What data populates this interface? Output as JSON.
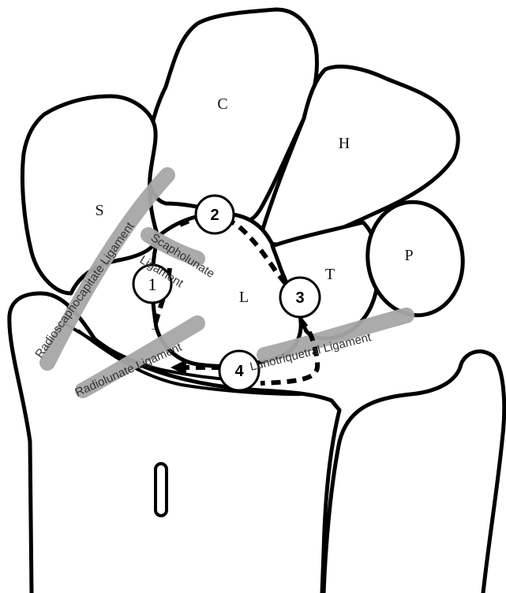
{
  "bones": {
    "capitate": "C",
    "hamate": "H",
    "scaphoid": "S",
    "lunate": "L",
    "triquetrum": "T",
    "pisiform": "P"
  },
  "markers": [
    "1",
    "2",
    "3",
    "4"
  ],
  "ligaments": {
    "radioscaphocapitate": "Radioscaphocapitate Ligament",
    "scapholunate_line1": "Scapholunate",
    "scapholunate_line2": "Ligament",
    "radiolunate": "Radiolunate Ligament",
    "lunotriquetral": "Lunotriquetral Ligament"
  },
  "colors": {
    "outline": "#000000",
    "ligament_band": "#a6a6a6",
    "background": "#ffffff"
  }
}
